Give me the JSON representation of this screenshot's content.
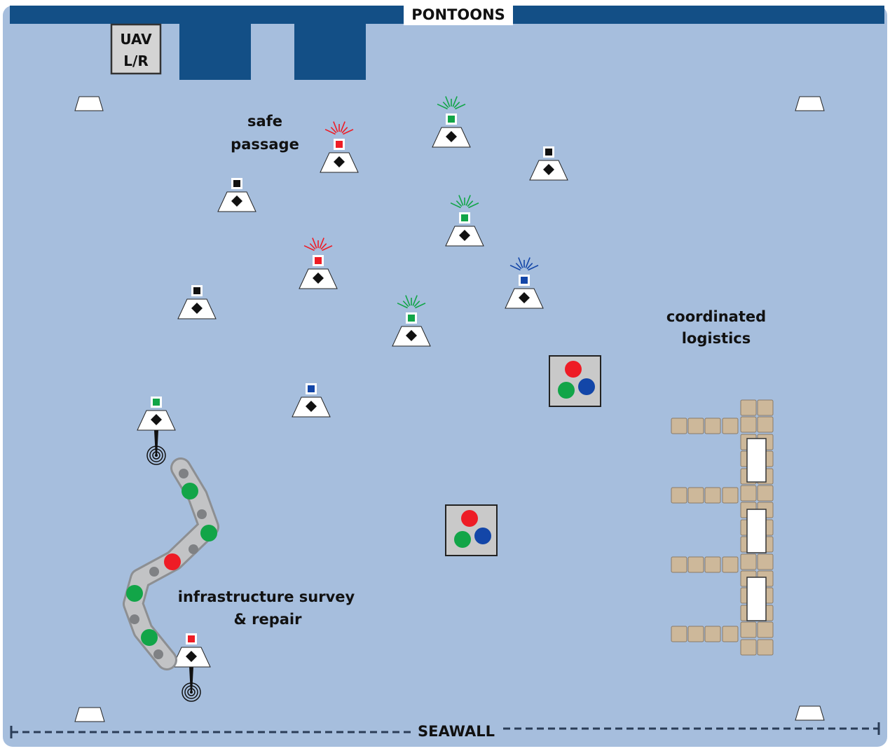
{
  "labels": {
    "pontoons": "PONTOONS",
    "seawall": "SEAWALL",
    "uav_line1": "UAV",
    "uav_line2": "L/R",
    "safe_line1": "safe",
    "safe_line2": "passage",
    "logistics_line1": "coordinated",
    "logistics_line2": "logistics",
    "survey_line1": "infrastructure survey",
    "survey_line2": "& repair"
  },
  "colors": {
    "water": "#a6bedd",
    "pontoon": "#134f86",
    "red": "#ee1c25",
    "green": "#12a548",
    "blue": "#1346a8",
    "black": "#111111",
    "dock": "#cdb89a"
  },
  "vehicles": [
    {
      "name": "vehicle-red-signal-1",
      "color": "red",
      "signal": true
    },
    {
      "name": "vehicle-green-signal-1",
      "color": "green",
      "signal": true
    },
    {
      "name": "vehicle-black-1",
      "color": "black",
      "signal": false
    },
    {
      "name": "vehicle-black-2",
      "color": "black",
      "signal": false
    },
    {
      "name": "vehicle-green-signal-2",
      "color": "green",
      "signal": true
    },
    {
      "name": "vehicle-red-signal-2",
      "color": "red",
      "signal": true
    },
    {
      "name": "vehicle-blue-signal-1",
      "color": "blue",
      "signal": true
    },
    {
      "name": "vehicle-black-3",
      "color": "black",
      "signal": false
    },
    {
      "name": "vehicle-green-signal-3",
      "color": "green",
      "signal": true
    },
    {
      "name": "vehicle-blue-1",
      "color": "blue",
      "signal": false
    },
    {
      "name": "vehicle-green-sonar",
      "color": "green",
      "signal": false,
      "sonar": true
    },
    {
      "name": "vehicle-red-sonar",
      "color": "red",
      "signal": false,
      "sonar": true
    }
  ],
  "pipe_nodes": [
    "green",
    "green",
    "red",
    "green",
    "green"
  ],
  "team_boxes": [
    [
      "red",
      "green",
      "blue"
    ],
    [
      "red",
      "green",
      "blue"
    ]
  ]
}
